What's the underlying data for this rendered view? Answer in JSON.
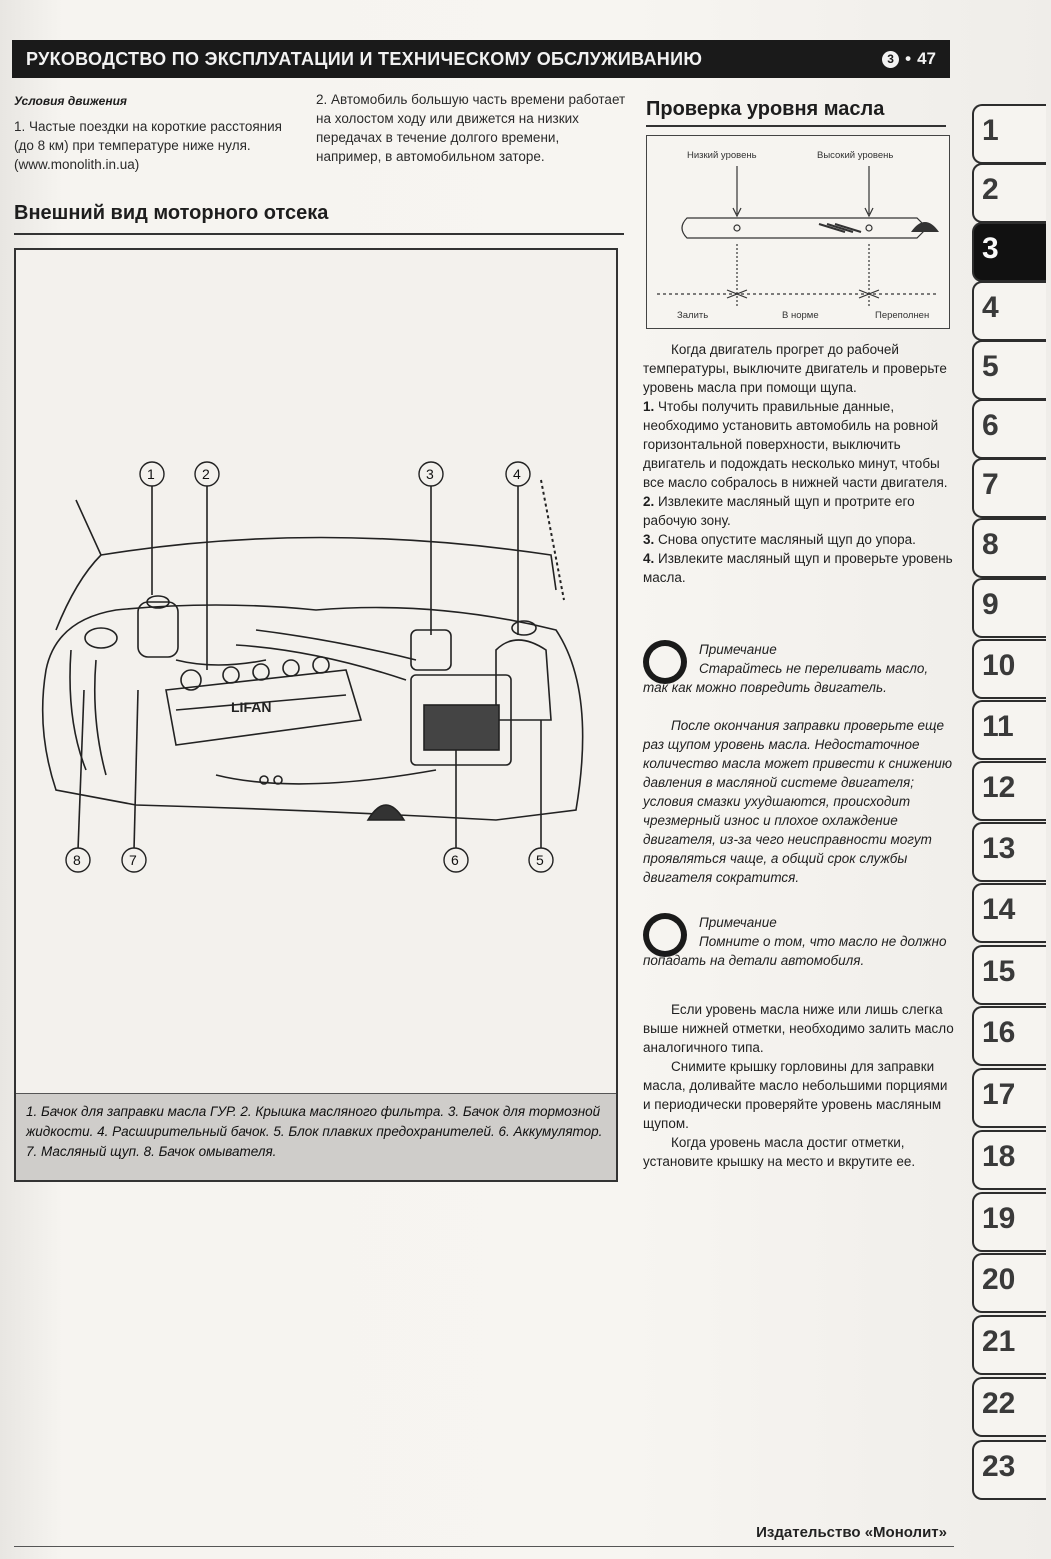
{
  "header": {
    "title": "РУКОВОДСТВО ПО ЭКСПЛУАТАЦИИ И ТЕХНИЧЕСКОМУ ОБСЛУЖИВАНИЮ",
    "chapter": "3",
    "page": "47"
  },
  "driving_conditions": {
    "heading": "Условия движения",
    "item1": "1. Частые поездки на короткие расстояния (до 8 км) при температуре ниже нуля. (www.monolith.in.ua)",
    "item2": "2. Автомобиль большую часть времени работает на холостом ходу или движется на низких передачах в течение долгого времени, например, в автомобильном заторе."
  },
  "engine_section": {
    "title": "Внешний вид моторного отсека",
    "callouts": [
      "1",
      "2",
      "3",
      "4",
      "5",
      "6",
      "7",
      "8"
    ],
    "caption": "1. Бачок для заправки масла ГУР. 2. Крышка масляного фильтра. 3. Бачок для тормозной жидкости. 4. Расширительный бачок. 5. Блок плавких предохранителей. 6. Аккумулятор. 7. Масляный щуп. 8. Бачок омывателя."
  },
  "oil_section": {
    "title": "Проверка уровня масла",
    "diagram": {
      "low": "Низкий уровень",
      "high": "Высокий уровень",
      "fill": "Залить",
      "normal": "В норме",
      "over": "Переполнен"
    },
    "intro": "Когда двигатель прогрет до рабочей температуры, выключите двигатель и проверьте уровень масла при помощи щупа.",
    "steps": [
      {
        "n": "1.",
        "t": "Чтобы получить правильные данные, необходимо установить автомобиль на ровной горизонтальной поверхности, выключить двигатель и подождать несколько минут, чтобы все масло собралось в нижней части двигателя."
      },
      {
        "n": "2.",
        "t": "Извлеките масляный щуп и протрите его рабочую зону."
      },
      {
        "n": "3.",
        "t": "Снова опустите масляный щуп до упора."
      },
      {
        "n": "4.",
        "t": "Извлеките масляный щуп и проверьте уровень масла."
      }
    ],
    "note1": {
      "head": "Примечание",
      "text": "Старайтесь не переливать масло, так как можно повредить двигатель.",
      "more": "После окончания заправки проверьте еще раз щупом уровень масла. Недостаточное количество масла может привести к снижению давления в масляной системе двигателя; условия смазки ухудшаются, происходит чрезмерный износ и плохое охлаждение двигателя, из-за чего неисправности могут проявляться чаще, а общий срок службы двигателя сократится."
    },
    "note2": {
      "head": "Примечание",
      "text": "Помните о том, что масло не должно попадать на детали автомобиля."
    },
    "p1": "Если уровень масла ниже или лишь слегка выше нижней отметки, необходимо залить масло аналогичного типа.",
    "p2": "Снимите крышку горловины для заправки масла, доливайте масло небольшими порциями и периодически проверяйте уровень масляным щупом.",
    "p3": "Когда уровень масла достиг отметки, установите крышку на место и вкрутите ее."
  },
  "tabs": [
    "1",
    "2",
    "3",
    "4",
    "5",
    "6",
    "7",
    "8",
    "9",
    "10",
    "11",
    "12",
    "13",
    "14",
    "15",
    "16",
    "17",
    "18",
    "19",
    "20",
    "21",
    "22",
    "23"
  ],
  "active_tab": "3",
  "footer": {
    "publisher": "Издательство «Монолит»"
  }
}
